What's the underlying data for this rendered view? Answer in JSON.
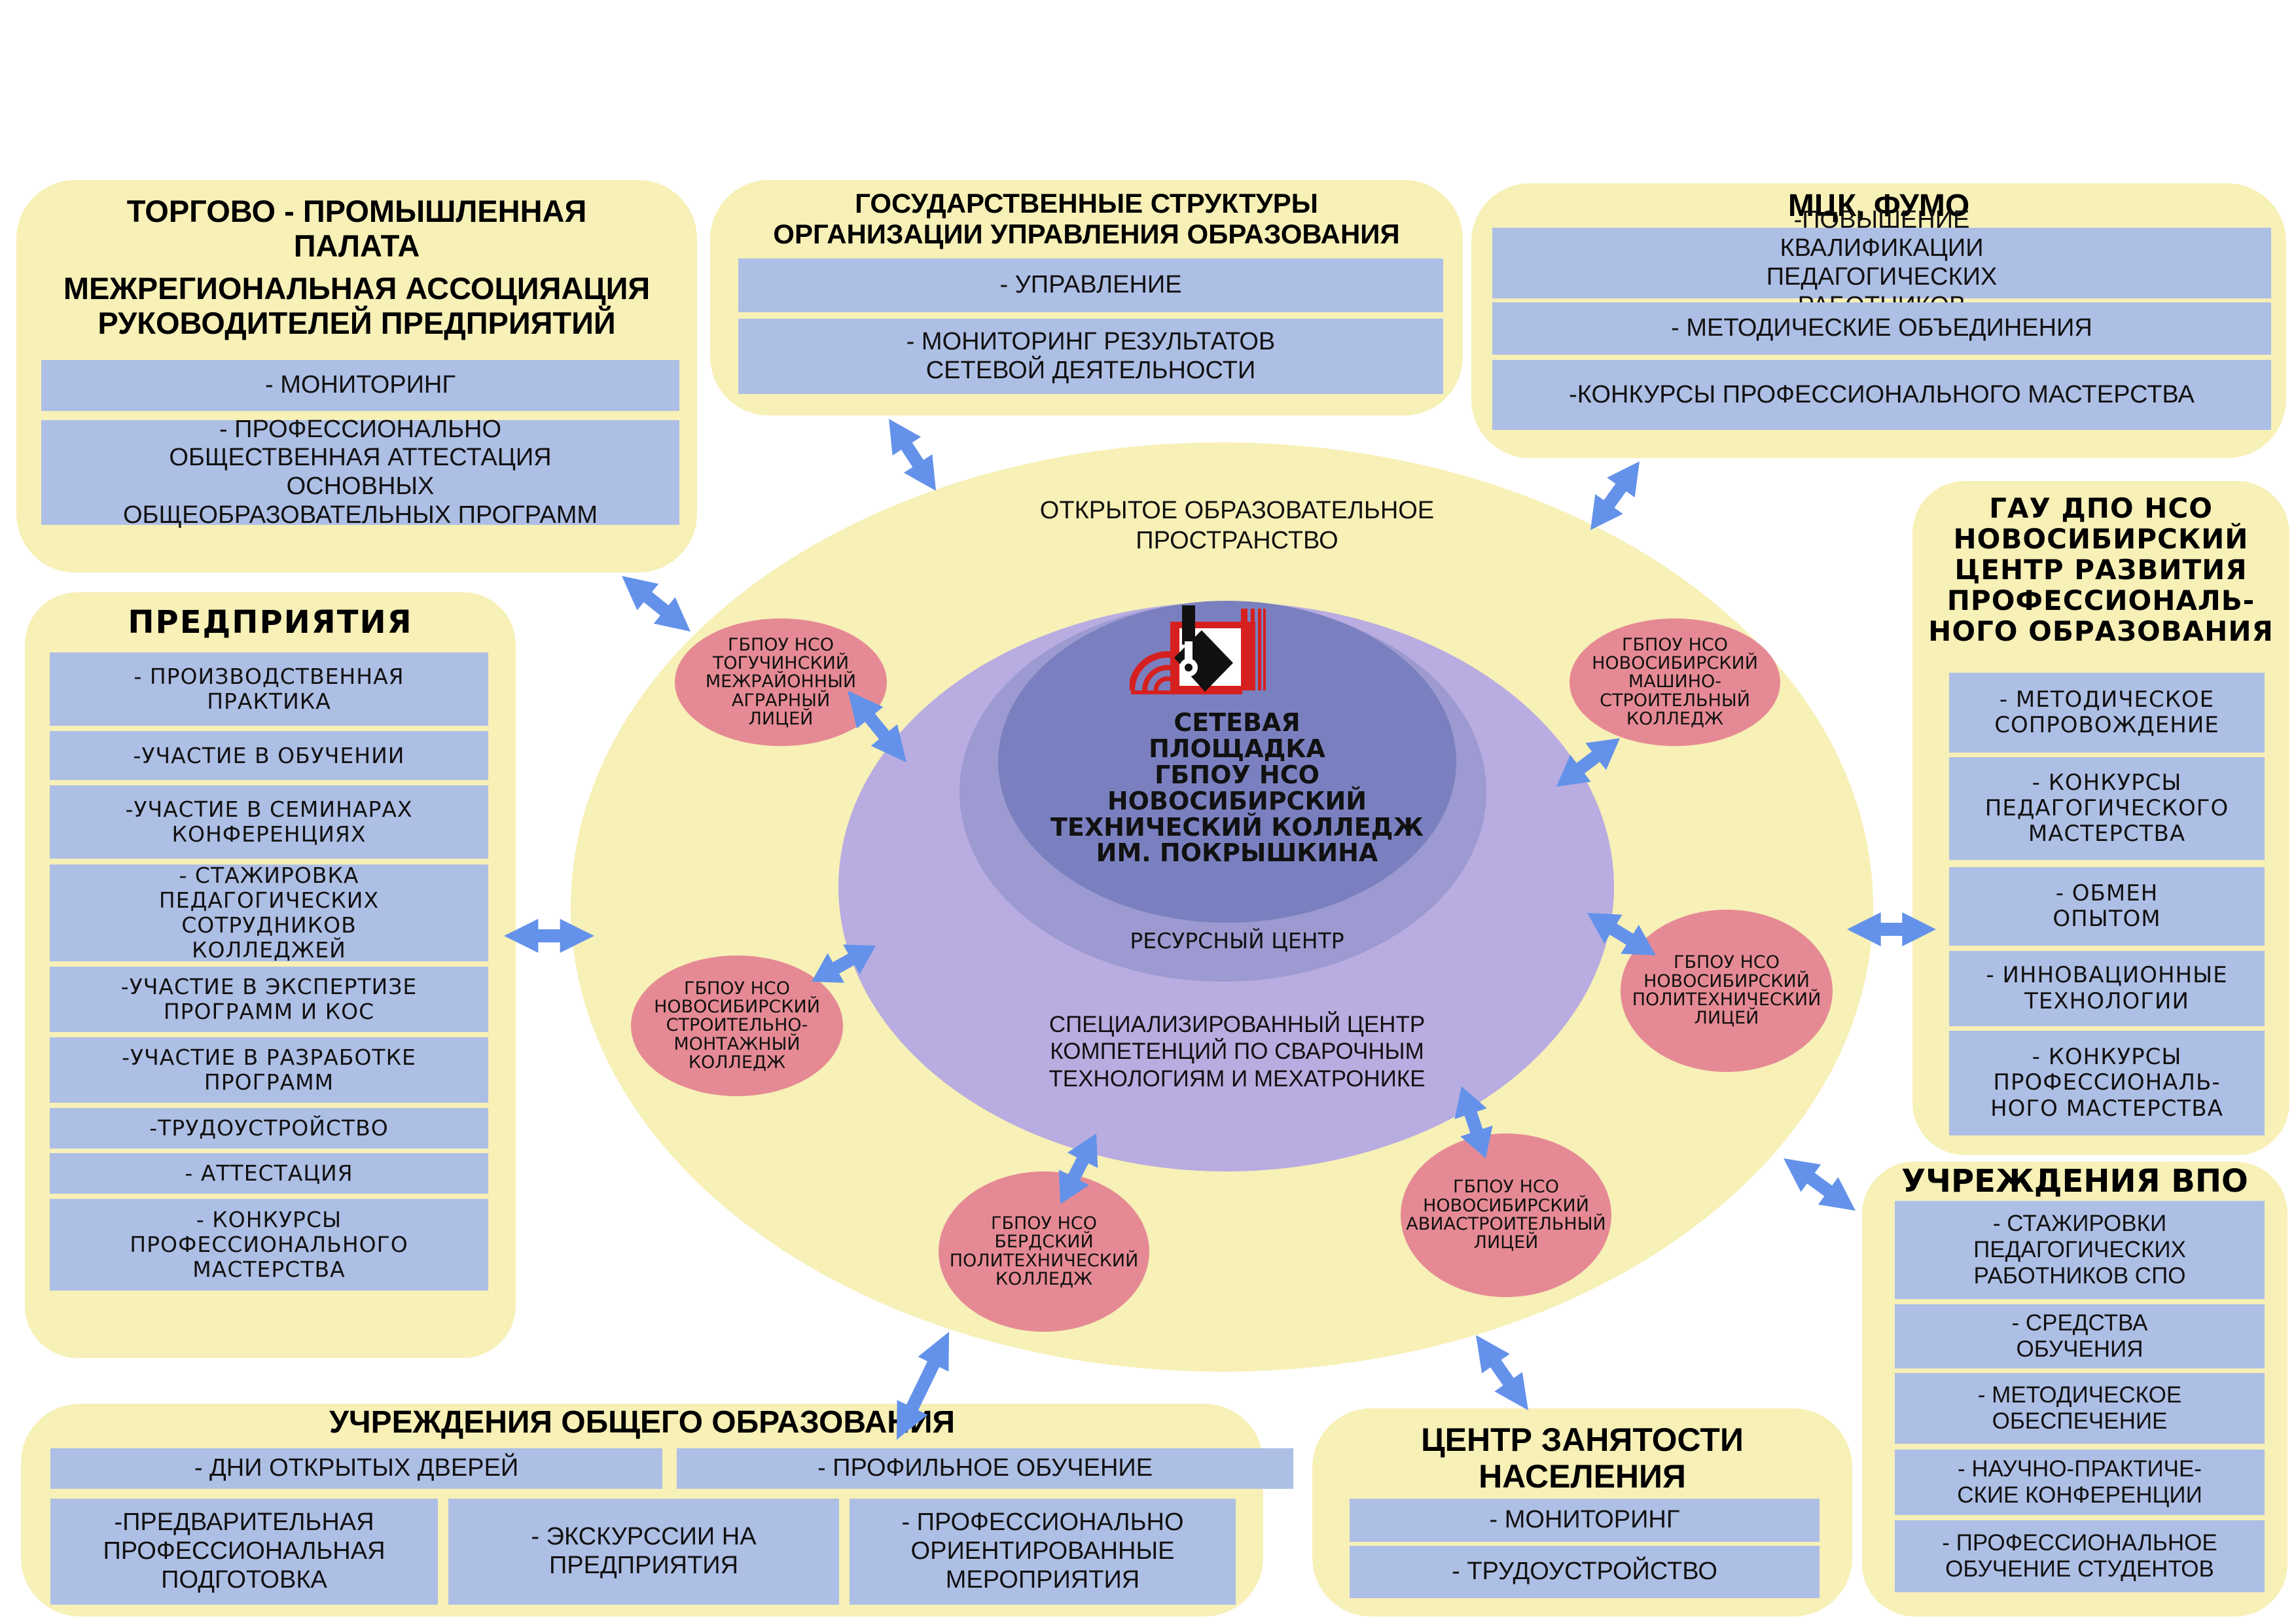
{
  "diagram": {
    "colors": {
      "panel_bg": "#f7f0b7",
      "cell_bg": "#aebfe5",
      "outer_space": "#f7f0b7",
      "spec_center": "#b8ace0",
      "resource_center": "#9c9ad0",
      "core": "#7a80bf",
      "satellite": "#e58a94",
      "arrow": "#6492ea",
      "logo_red": "#d6201f",
      "logo_black": "#111111"
    },
    "center": {
      "outer_label": "ОТКРЫТОЕ ОБРАЗОВАТЕЛЬНОЕ ПРОСТРАНСТВО",
      "outer_label_lines": [
        "ОТКРЫТОЕ ОБРАЗОВАТЕЛЬНОЕ",
        "ПРОСТРАНСТВО"
      ],
      "spec_center_lines": [
        "СПЕЦИАЛИЗИРОВАННЫЙ ЦЕНТР",
        "КОМПЕТЕНЦИЙ ПО СВАРОЧНЫМ",
        "ТЕХНОЛОГИЯМ И МЕХАТРОНИКЕ"
      ],
      "resource_center": "РЕСУРСНЫЙ ЦЕНТР",
      "core_lines": [
        "СЕТЕВАЯ",
        "ПЛОЩАДКА",
        "ГБПОУ НСО",
        "НОВОСИБИРСКИЙ",
        "ТЕХНИЧЕСКИЙ КОЛЛЕДЖ",
        "ИМ. ПОКРЫШКИНА"
      ],
      "logo_icon": "college-logo-icon"
    },
    "satellites": [
      {
        "lines": [
          "ГБПОУ НСО",
          "ТОГУЧИНСКИЙ",
          "МЕЖРАЙОННЫЙ",
          "АГРАРНЫЙ",
          "ЛИЦЕЙ"
        ]
      },
      {
        "lines": [
          "ГБПОУ НСО",
          "НОВОСИБИРСКИЙ",
          "МАШИНО-",
          "СТРОИТЕЛЬНЫЙ",
          "КОЛЛЕДЖ"
        ]
      },
      {
        "lines": [
          "ГБПОУ НСО",
          "НОВОСИБИРСКИЙ",
          "СТРОИТЕЛЬНО-",
          "МОНТАЖНЫЙ",
          "КОЛЛЕДЖ"
        ]
      },
      {
        "lines": [
          "ГБПОУ НСО",
          "НОВОСИБИРСКИЙ",
          "ПОЛИТЕХНИЧЕСКИЙ",
          "ЛИЦЕЙ"
        ]
      },
      {
        "lines": [
          "ГБПОУ НСО",
          "БЕРДСКИЙ",
          "ПОЛИТЕХНИЧЕСКИЙ",
          "КОЛЛЕДЖ"
        ]
      },
      {
        "lines": [
          "ГБПОУ НСО",
          "НОВОСИБИРСКИЙ",
          "АВИАСТРОИТЕЛЬНЫЙ",
          "ЛИЦЕЙ"
        ]
      }
    ],
    "panels": {
      "tpp": {
        "title_lines": [
          "ТОРГОВО - ПРОМЫШЛЕННАЯ",
          "ПАЛАТА"
        ],
        "subtitle_lines": [
          "МЕЖРЕГИОНАЛЬНАЯ АССОЦИЯАЦИЯ",
          "РУКОВОДИТЕЛЕЙ ПРЕДПРИЯТИЙ"
        ],
        "items": [
          "- МОНИТОРИНГ",
          "- ПРОФЕССИОНАЛЬНО ОБЩЕСТВЕННАЯ АТТЕСТАЦИЯ ОСНОВНЫХ ОБЩЕОБРАЗОВАТЕЛЬНЫХ ПРОГРАММ"
        ]
      },
      "gov": {
        "title_lines": [
          "ГОСУДАРСТВЕННЫЕ СТРУКТУРЫ",
          "ОРГАНИЗАЦИИ УПРАВЛЕНИЯ ОБРАЗОВАНИЯ"
        ],
        "items": [
          "- УПРАВЛЕНИЕ",
          "- МОНИТОРИНГ РЕЗУЛЬТАТОВ СЕТЕВОЙ ДЕЯТЕЛЬНОСТИ"
        ]
      },
      "mck": {
        "title": "МЦК, ФУМО",
        "items": [
          "-ПОВЫШЕНИЕ КВАЛИФИКАЦИИ ПЕДАГОГИЧЕСКИХ РАБОТНИКОВ",
          "- МЕТОДИЧЕСКИЕ ОБЪЕДИНЕНИЯ",
          "-КОНКУРСЫ ПРОФЕССИОНАЛЬНОГО МАСТЕРСТВА"
        ]
      },
      "enterprises": {
        "title": "ПРЕДПРИЯТИЯ",
        "items": [
          "- ПРОИЗВОДСТВЕННАЯ ПРАКТИКА",
          "-УЧАСТИЕ В ОБУЧЕНИИ",
          "-УЧАСТИЕ В СЕМИНАРАХ КОНФЕРЕНЦИЯХ",
          "- СТАЖИРОВКА ПЕДАГОГИЧЕСКИХ СОТРУДНИКОВ КОЛЛЕДЖЕЙ",
          "-УЧАСТИЕ В ЭКСПЕРТИЗЕ ПРОГРАММ И КОС",
          "-УЧАСТИЕ В РАЗРАБОТКЕ ПРОГРАММ",
          "-ТРУДОУСТРОЙСТВО",
          "- АТТЕСТАЦИЯ",
          "- КОНКУРСЫ ПРОФЕССИОНАЛЬНОГО МАСТЕРСТВА"
        ]
      },
      "gau": {
        "title_lines": [
          "ГАУ ДПО НСО",
          "НОВОСИБИРСКИЙ",
          "ЦЕНТР РАЗВИТИЯ",
          "ПРОФЕССИОНАЛЬ-",
          "НОГО ОБРАЗОВАНИЯ"
        ],
        "items": [
          "- МЕТОДИЧЕСКОЕ СОПРОВОЖДЕНИЕ",
          "- КОНКУРСЫ ПЕДАГОГИЧЕСКОГО МАСТЕРСТВА",
          "- ОБМЕН ОПЫТОМ",
          "- ИННОВАЦИОННЫЕ ТЕХНОЛОГИИ",
          "- КОНКУРСЫ ПРОФЕССИОНАЛЬ- НОГО МАСТЕРСТВА"
        ]
      },
      "vpo": {
        "title": "УЧРЕЖДЕНИЯ ВПО",
        "items": [
          "- СТАЖИРОВКИ ПЕДАГОГИЧЕСКИХ РАБОТНИКОВ СПО",
          "- СРЕДСТВА ОБУЧЕНИЯ",
          "- МЕТОДИЧЕСКОЕ ОБЕСПЕЧЕНИЕ",
          "- НАУЧНО-ПРАКТИЧЕ- СКИЕ КОНФЕРЕНЦИИ",
          "- ПРОФЕССИОНАЛЬНОЕ ОБУЧЕНИЕ СТУДЕНТОВ"
        ]
      },
      "general_edu": {
        "title": "УЧРЕЖДЕНИЯ ОБЩЕГО ОБРАЗОВАНИЯ",
        "items": [
          "- ДНИ ОТКРЫТЫХ ДВЕРЕЙ",
          "- ПРОФИЛЬНОЕ ОБУЧЕНИЕ",
          "-ПРЕДВАРИТЕЛЬНАЯ ПРОФЕССИОНАЛЬНАЯ ПОДГОТОВКА",
          "- ЭКСКУРССИИ НА ПРЕДПРИЯТИЯ",
          "- ПРОФЕССИОНАЛЬНО ОРИЕНТИРОВАННЫЕ МЕРОПРИЯТИЯ"
        ]
      },
      "employment": {
        "title_lines": [
          "ЦЕНТР ЗАНЯТОСТИ",
          "НАСЕЛЕНИЯ"
        ],
        "items": [
          "- МОНИТОРИНГ",
          "- ТРУДОУСТРОЙСТВО"
        ]
      }
    },
    "arrow_icon": "double-arrow-icon"
  }
}
